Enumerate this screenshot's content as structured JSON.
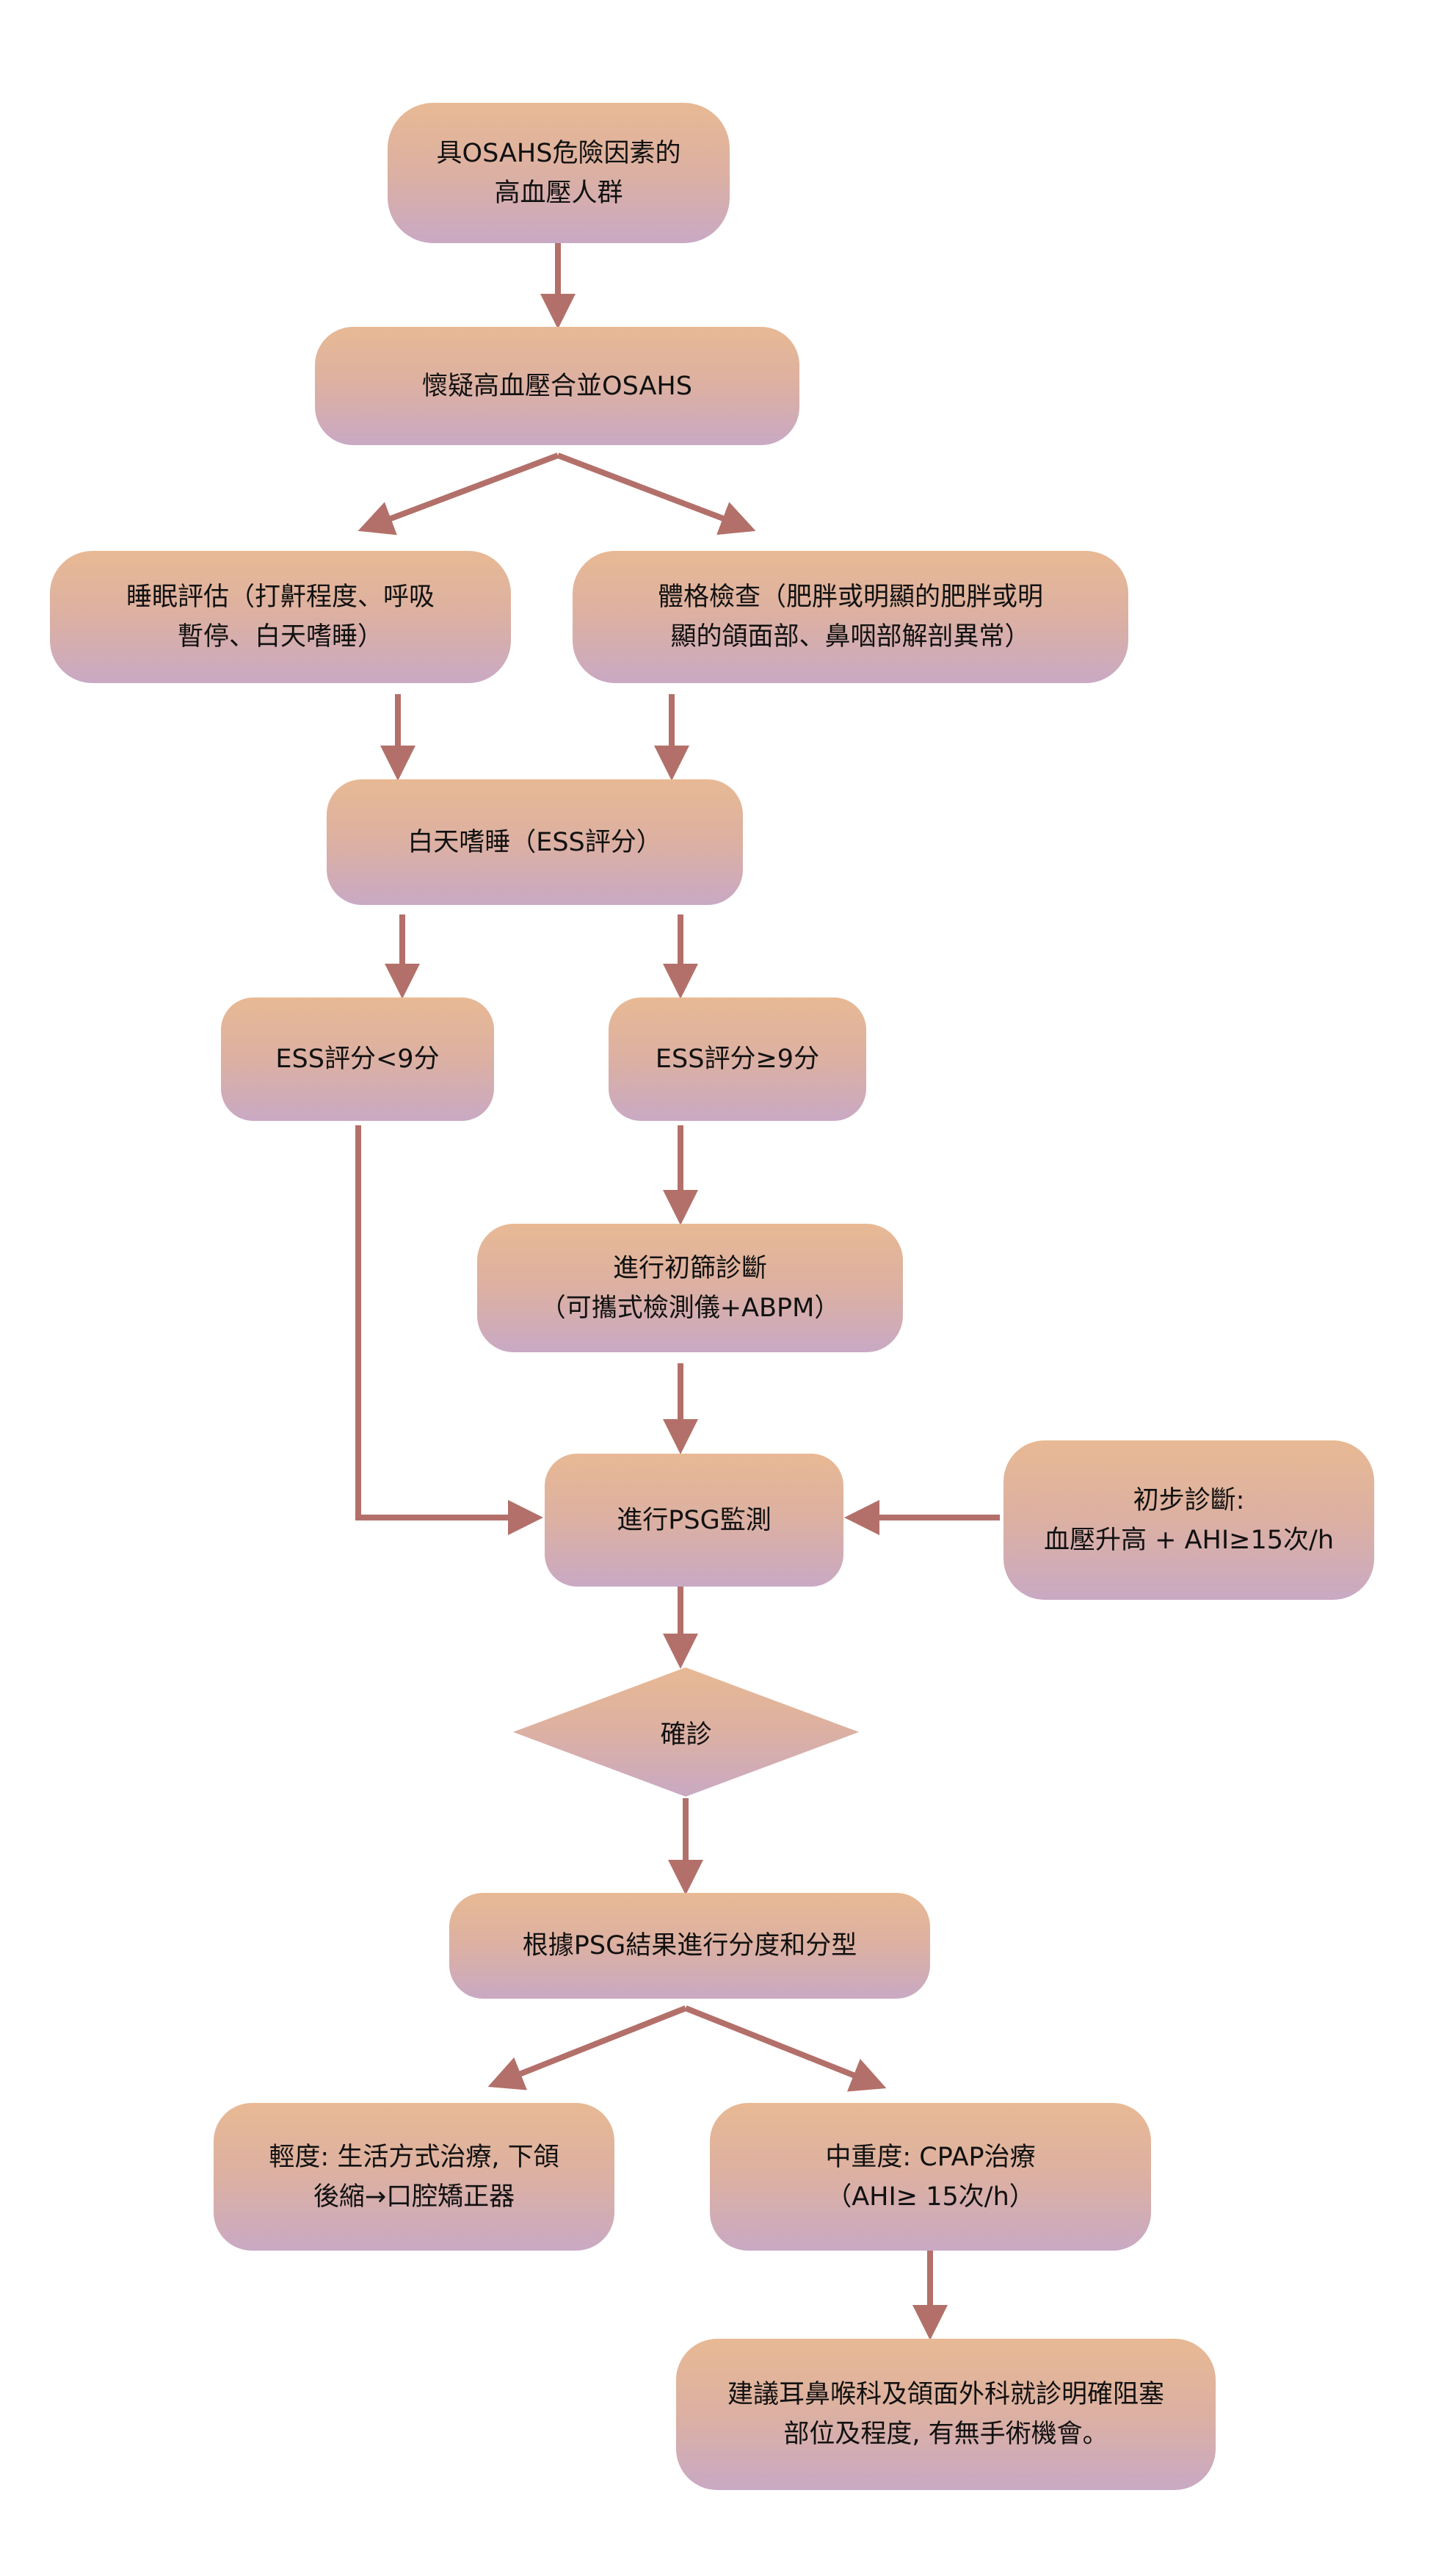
{
  "colors": {
    "node_top": "#e8b994",
    "node_bottom": "#c9a9c4",
    "arrow": "#b3706a",
    "text": "#111111"
  },
  "nodes": {
    "risk_group": {
      "lines": [
        "具OSAHS危險因素的",
        "高血壓人群"
      ]
    },
    "suspected": {
      "lines": [
        "懷疑高血壓合並OSAHS"
      ]
    },
    "sleep_eval": {
      "lines": [
        "睡眠評估（打鼾程度、呼吸",
        "暫停、白天嗜睡）"
      ]
    },
    "physical_exam": {
      "lines": [
        "體格檢查（肥胖或明顯的肥胖或明",
        "顯的頜面部、鼻咽部解剖異常）"
      ]
    },
    "daytime_sleepiness": {
      "lines": [
        "白天嗜睡（ESS評分）"
      ]
    },
    "ess_low": {
      "lines": [
        "ESS評分<9分"
      ]
    },
    "ess_high": {
      "lines": [
        "ESS評分≥9分"
      ]
    },
    "screening": {
      "lines": [
        "進行初篩診斷",
        "（可攜式檢測儀+ABPM）"
      ]
    },
    "psg": {
      "lines": [
        "進行PSG監測"
      ]
    },
    "preliminary": {
      "lines": [
        "初步診斷:",
        "血壓升高 + AHI≥15次/h"
      ]
    },
    "confirm": {
      "lines": [
        "確診"
      ]
    },
    "grading": {
      "lines": [
        "根據PSG結果進行分度和分型"
      ]
    },
    "mild": {
      "lines": [
        "輕度:  生活方式治療,  下頜",
        "後縮→口腔矯正器"
      ]
    },
    "moderate_severe": {
      "lines": [
        "中重度:  CPAP治療",
        "（AHI≥ 15次/h）"
      ]
    },
    "referral": {
      "lines": [
        "建議耳鼻喉科及頜面外科就診明確阻塞",
        "部位及程度,  有無手術機會。"
      ]
    }
  },
  "edges": [
    {
      "from": "risk_group",
      "to": "suspected"
    },
    {
      "from": "suspected",
      "to": "sleep_eval"
    },
    {
      "from": "suspected",
      "to": "physical_exam"
    },
    {
      "from": "sleep_eval",
      "to": "daytime_sleepiness"
    },
    {
      "from": "physical_exam",
      "to": "daytime_sleepiness"
    },
    {
      "from": "daytime_sleepiness",
      "to": "ess_low"
    },
    {
      "from": "daytime_sleepiness",
      "to": "ess_high"
    },
    {
      "from": "ess_high",
      "to": "screening"
    },
    {
      "from": "screening",
      "to": "psg"
    },
    {
      "from": "ess_low",
      "to": "psg"
    },
    {
      "from": "preliminary",
      "to": "psg"
    },
    {
      "from": "psg",
      "to": "confirm"
    },
    {
      "from": "confirm",
      "to": "grading"
    },
    {
      "from": "grading",
      "to": "mild"
    },
    {
      "from": "grading",
      "to": "moderate_severe"
    },
    {
      "from": "moderate_severe",
      "to": "referral"
    }
  ]
}
